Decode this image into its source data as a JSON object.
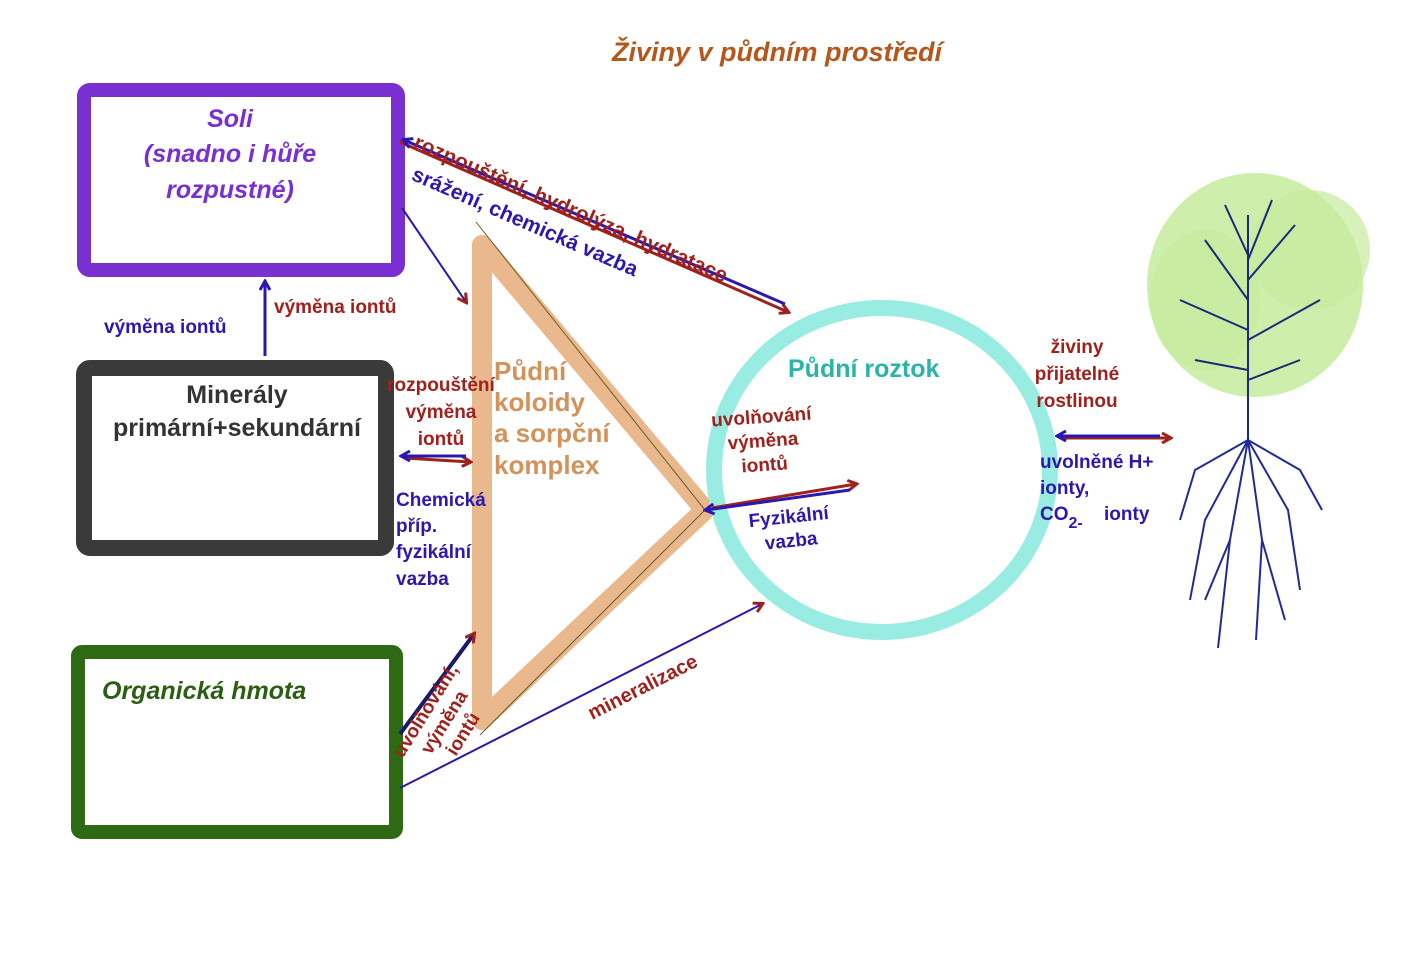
{
  "title": "Živiny v půdním prostředí",
  "boxes": {
    "soli": [
      "Soli",
      "(snadno i hůře",
      "rozpustné)"
    ],
    "mineraly": [
      "Minerály",
      "primární+sekundární"
    ],
    "organicka": "Organická hmota"
  },
  "koloidy": [
    "Půdní",
    "koloidy",
    "a sorpční",
    "komplex"
  ],
  "roztok": "Půdní roztok",
  "edges": {
    "soli_roztok_red": "rozpouštění, hydrolýza, hydratace",
    "soli_roztok_blue": "srážení, chemická vazba",
    "vymena_red": "výměna iontů",
    "vymena_blue": "výměna iontů",
    "mineraly_red": [
      "rozpouštění",
      "výměna",
      "iontů"
    ],
    "mineraly_blue": [
      "Chemická",
      "příp.",
      "fyzikální",
      "vazba"
    ],
    "roztok_red": [
      "uvolňování",
      "výměna",
      "iontů"
    ],
    "roztok_blue": [
      "Fyzikální",
      "vazba"
    ],
    "organicka_red": [
      "uvolňování,",
      "výměna",
      "iontů"
    ],
    "mineralizace": "mineralizace",
    "rostlina_red": [
      "živiny",
      "přijatelné",
      "rostlinou"
    ],
    "rostlina_blue_1": "uvolněné H+",
    "rostlina_blue_2": "ionty,",
    "rostlina_blue_3a": "CO",
    "rostlina_blue_3b": "2-",
    "rostlina_blue_3c": "ionty"
  },
  "colors": {
    "title": "#b5561b",
    "soli": "#7a2fd0",
    "mineraly": "#333333",
    "organicka": "#2a5e12",
    "koloidy": "#d2925a",
    "roztok": "#28b5a8",
    "red_arrow": "#a0201c",
    "blue_arrow": "#2a18b0"
  },
  "icons": [
    "tree-icon"
  ]
}
